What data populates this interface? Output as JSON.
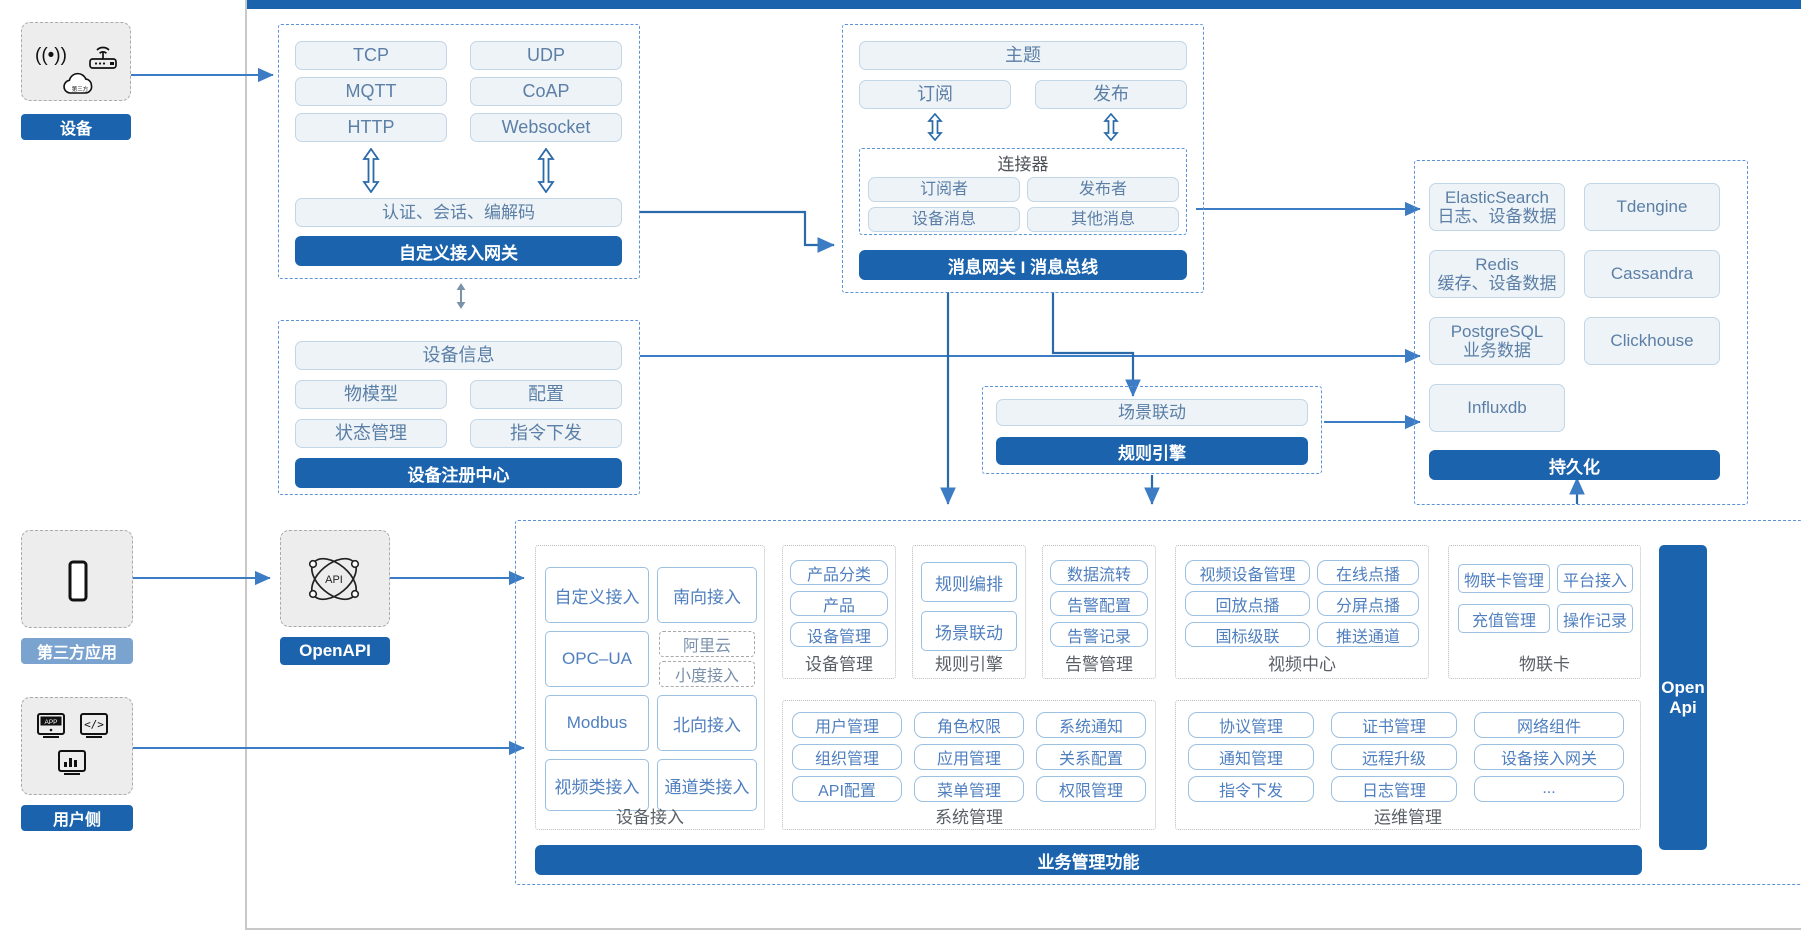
{
  "colors": {
    "accent": "#1b63ad",
    "light_box_fill": "#eef3f7",
    "light_box_border": "#c3d6e6",
    "light_text": "#5b7fa6",
    "pill_border": "#9cc0e2",
    "pill_text": "#4f7fbf",
    "dash_group": "#5b93d6",
    "grey_box": "#ededed",
    "arrow": "#3c7cc4"
  },
  "left_column": {
    "device_node": {
      "label": "设备",
      "icons": [
        "wifi-signal-icon",
        "router-icon",
        "third-party-cloud-icon"
      ],
      "cloud_text": "第三方"
    },
    "third_party_node": {
      "label": "第三方应用",
      "icons": [
        "mobile-phone-icon"
      ]
    },
    "user_side_node": {
      "label": "用户侧",
      "icons": [
        "app-store-icon",
        "code-window-icon",
        "dashboard-chart-icon"
      ],
      "app_text": "APP"
    }
  },
  "openapi_node": {
    "label": "OpenAPI",
    "icon": "api-network-icon",
    "icon_text": "API"
  },
  "gateway_panel": {
    "protocols": [
      "TCP",
      "UDP",
      "MQTT",
      "CoAP",
      "HTTP",
      "Websocket"
    ],
    "auth_box": "认证、会话、编解码",
    "footer": "自定义接入网关",
    "arrow_icon": "double-arrow-vertical-icon"
  },
  "message_panel": {
    "topic": "主题",
    "subscribe": "订阅",
    "publish": "发布",
    "connector_title": "连接器",
    "connector_items": [
      "订阅者",
      "发布者",
      "设备消息",
      "其他消息"
    ],
    "footer": "消息网关 I 消息总线",
    "arrow_icon": "double-arrow-vertical-icon"
  },
  "registry_panel": {
    "info": "设备信息",
    "items": [
      "物模型",
      "配置",
      "状态管理",
      "指令下发"
    ],
    "footer": "设备注册中心",
    "link_icon": "double-arrow-vertical-icon"
  },
  "rule_panel": {
    "scene": "场景联动",
    "footer": "规则引擎"
  },
  "persistence_panel": {
    "items": [
      {
        "name": "ElasticSearch",
        "sub": "日志、设备数据"
      },
      {
        "name": "Tdengine",
        "sub": ""
      },
      {
        "name": "Redis",
        "sub": "缓存、设备数据"
      },
      {
        "name": "Cassandra",
        "sub": ""
      },
      {
        "name": "PostgreSQL",
        "sub": "业务数据"
      },
      {
        "name": "Clickhouse",
        "sub": ""
      },
      {
        "name": "Influxdb",
        "sub": ""
      }
    ],
    "footer": "持久化"
  },
  "business_panel": {
    "footer": "业务管理功能",
    "openapi_side": "Open\nApi",
    "openapi_side_line1": "Open",
    "openapi_side_line2": "Api",
    "device_access": {
      "label": "设备接入",
      "items": [
        {
          "text": "自定义接入",
          "style": "solid"
        },
        {
          "text": "南向接入",
          "style": "solid"
        },
        {
          "text": "OPC–UA",
          "style": "solid"
        },
        {
          "text": "阿里云",
          "style": "dashed"
        },
        {
          "text": "小度接入",
          "style": "dashed"
        },
        {
          "text": "Modbus",
          "style": "solid"
        },
        {
          "text": "北向接入",
          "style": "solid"
        },
        {
          "text": "视频类接入",
          "style": "solid"
        },
        {
          "text": "通道类接入",
          "style": "solid"
        }
      ]
    },
    "device_mgmt": {
      "label": "设备管理",
      "items": [
        "产品分类",
        "产品",
        "设备管理"
      ]
    },
    "rule_engine": {
      "label": "规则引擎",
      "items": [
        "规则编排",
        "场景联动"
      ]
    },
    "alarm_mgmt": {
      "label": "告警管理",
      "items": [
        "数据流转",
        "告警配置",
        "告警记录"
      ]
    },
    "video_center": {
      "label": "视频中心",
      "items": [
        "视频设备管理",
        "在线点播",
        "回放点播",
        "分屏点播",
        "国标级联",
        "推送通道"
      ]
    },
    "iot_card": {
      "label": "物联卡",
      "items": [
        "物联卡管理",
        "平台接入",
        "充值管理",
        "操作记录"
      ]
    },
    "system_mgmt": {
      "label": "系统管理",
      "items": [
        "用户管理",
        "角色权限",
        "系统通知",
        "组织管理",
        "应用管理",
        "关系配置",
        "API配置",
        "菜单管理",
        "权限管理"
      ]
    },
    "ops_mgmt": {
      "label": "运维管理",
      "items": [
        "协议管理",
        "证书管理",
        "网络组件",
        "通知管理",
        "远程升级",
        "设备接入网关",
        "指令下发",
        "日志管理",
        "..."
      ]
    }
  }
}
